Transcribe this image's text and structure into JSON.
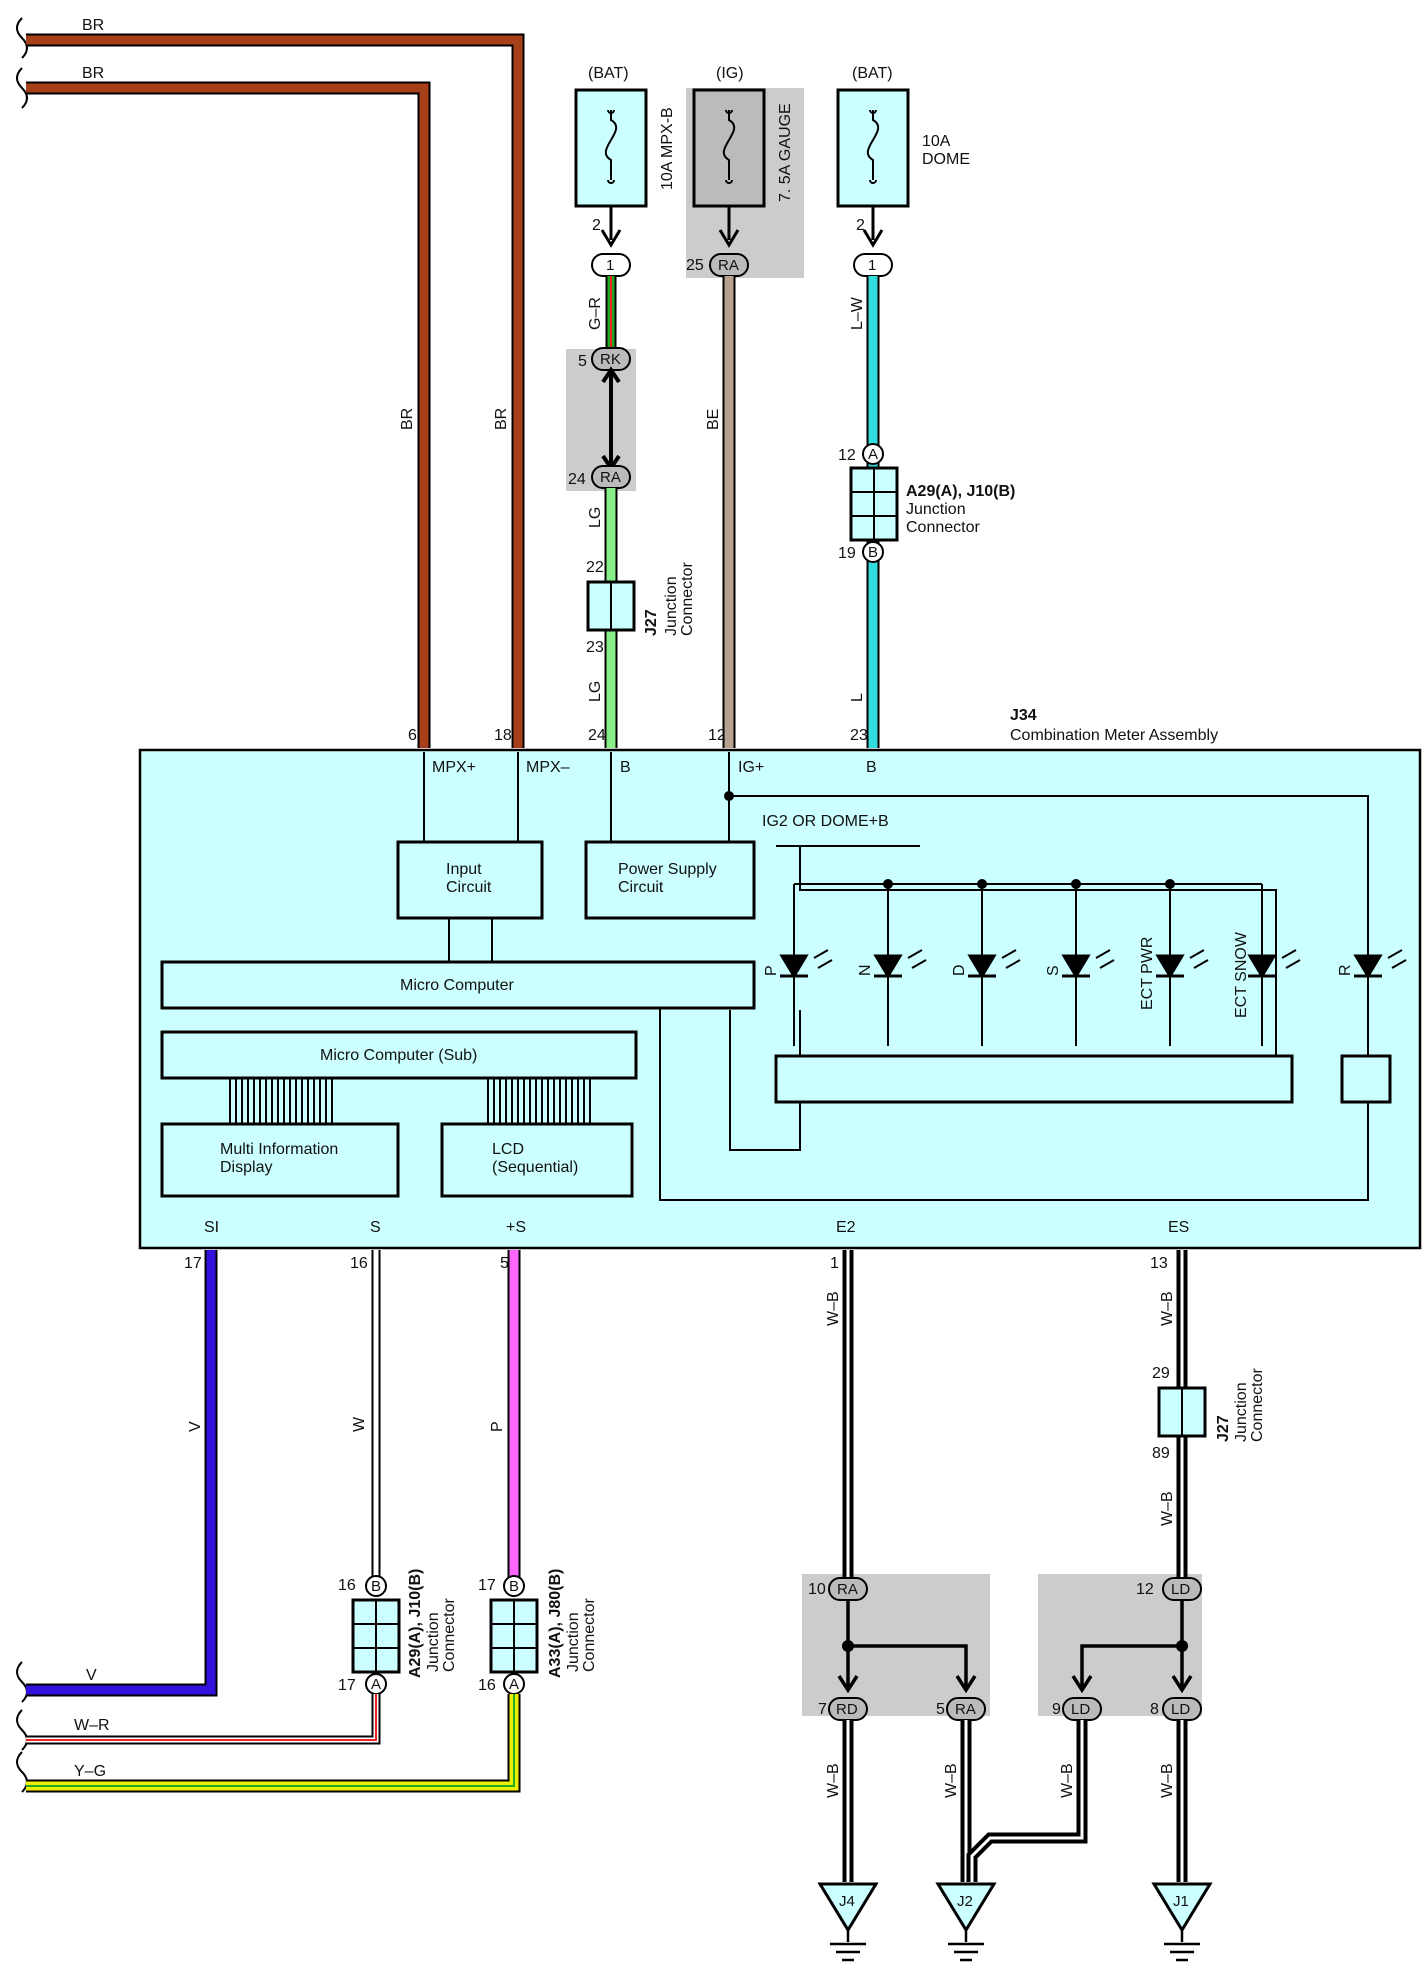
{
  "colors": {
    "BR": "#a5401a",
    "LG": "#88ee88",
    "BE": "#b7a290",
    "L": "#33dddd",
    "V": "#3311dd",
    "P": "#ff66ff",
    "W": "#ffffff",
    "W-R": "#ee2222",
    "Y-G": "#eeee00",
    "G-R": "#22aa22",
    "W-B": "#000000",
    "module_fill": "#ccffff",
    "shade": "#cccccc"
  },
  "top_wires": [
    {
      "label": "BR"
    },
    {
      "label": "BR"
    }
  ],
  "fuses": [
    {
      "source": "(BAT)",
      "name": "10A MPX-B",
      "pin_top": "2",
      "pin_bottom": "1"
    },
    {
      "source": "(IG)",
      "name": "7. 5A GAUGE",
      "pin_top": "25",
      "pin_bottom": "RA"
    },
    {
      "source": "(BAT)",
      "name": "10A\nDOME",
      "name_line1": "10A",
      "name_line2": "DOME",
      "pin_top": "2",
      "pin_bottom": "1"
    }
  ],
  "wire_labels": {
    "br1": "BR",
    "br2": "BR",
    "gr": "G–R",
    "lg1": "LG",
    "lg2": "LG",
    "be": "BE",
    "lw": "L–W",
    "l": "L",
    "v": "V",
    "w": "W",
    "p": "P",
    "wb_e2": "W–B",
    "wb_es": "W–B",
    "wb_es2": "W–B",
    "wb_j4": "W–B",
    "wb_j2": "W–B",
    "wb_ld9": "W–B",
    "wb_j1": "W–B",
    "v_left": "V",
    "wr_left": "W–R",
    "yg_left": "Y–G"
  },
  "connectors": {
    "rk": {
      "pin": "5",
      "code": "RK"
    },
    "ra24": {
      "pin": "24",
      "code": "RA"
    },
    "j27_top": {
      "id": "J27",
      "type_l1": "Junction",
      "type_l2": "Connector",
      "pin_top": "22",
      "pin_bottom": "23"
    },
    "a29_top": {
      "id": "A29(A), J10(B)",
      "type_l1": "Junction",
      "type_l2": "Connector",
      "pin_top": "12",
      "code_top": "A",
      "pin_bottom": "19",
      "code_bottom": "B"
    },
    "a29_bot": {
      "id": "A29(A), J10(B)",
      "type_l1": "Junction",
      "type_l2": "Connector",
      "pin_top": "16",
      "code_top": "B",
      "pin_bottom": "17",
      "code_bottom": "A"
    },
    "a33_bot": {
      "id": "A33(A), J80(B)",
      "type_l1": "Junction",
      "type_l2": "Connector",
      "pin_top": "17",
      "code_top": "B",
      "pin_bottom": "16",
      "code_bottom": "A"
    },
    "j27_bot": {
      "id": "J27",
      "type_l1": "Junction",
      "type_l2": "Connector",
      "pin_top": "29",
      "pin_bottom": "89"
    },
    "splice_ra": {
      "in_pin": "10",
      "in_code": "RA",
      "out1_pin": "7",
      "out1_code": "RD",
      "out2_pin": "5",
      "out2_code": "RA"
    },
    "splice_ld": {
      "in_pin": "12",
      "in_code": "LD",
      "out1_pin": "9",
      "out1_code": "LD",
      "out2_pin": "8",
      "out2_code": "LD"
    }
  },
  "module": {
    "id": "J34",
    "name": "Combination Meter Assembly",
    "top_pins": [
      {
        "num": "6",
        "name": "MPX+"
      },
      {
        "num": "18",
        "name": "MPX–"
      },
      {
        "num": "24",
        "name": "B"
      },
      {
        "num": "12",
        "name": "IG+"
      },
      {
        "num": "23",
        "name": "B"
      }
    ],
    "bottom_pins": [
      {
        "num": "17",
        "name": "SI"
      },
      {
        "num": "16",
        "name": "S"
      },
      {
        "num": "5",
        "name": "+S"
      },
      {
        "num": "1",
        "name": "E2"
      },
      {
        "num": "13",
        "name": "ES"
      }
    ],
    "blocks": {
      "input_l1": "Input",
      "input_l2": "Circuit",
      "power_l1": "Power Supply",
      "power_l2": "Circuit",
      "micro": "Micro Computer",
      "micro_sub": "Micro Computer (Sub)",
      "mid_l1": "Multi Information",
      "mid_l2": "Display",
      "lcd_l1": "LCD",
      "lcd_l2": "(Sequential)",
      "supply_label": "IG2 OR DOME+B"
    },
    "leds": [
      "P",
      "N",
      "D",
      "S",
      "ECT PWR",
      "ECT SNOW",
      "R"
    ]
  },
  "grounds": [
    "J4",
    "J2",
    "J1"
  ]
}
